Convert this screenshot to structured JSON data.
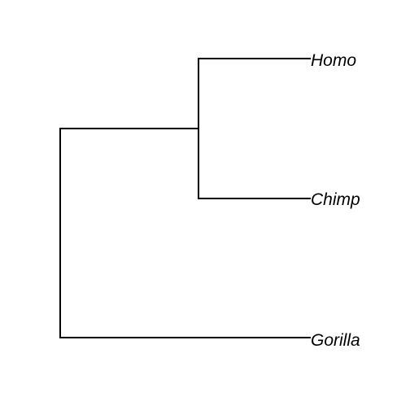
{
  "tree": {
    "type": "cladogram",
    "orientation": "rightwards",
    "line_color": "#000000",
    "label_style": "italic",
    "tips": [
      {
        "id": "homo",
        "label": "Homo"
      },
      {
        "id": "chimp",
        "label": "Chimp"
      },
      {
        "id": "gorilla",
        "label": "Gorilla"
      }
    ],
    "newick": "((Homo,Chimp),Gorilla);"
  }
}
